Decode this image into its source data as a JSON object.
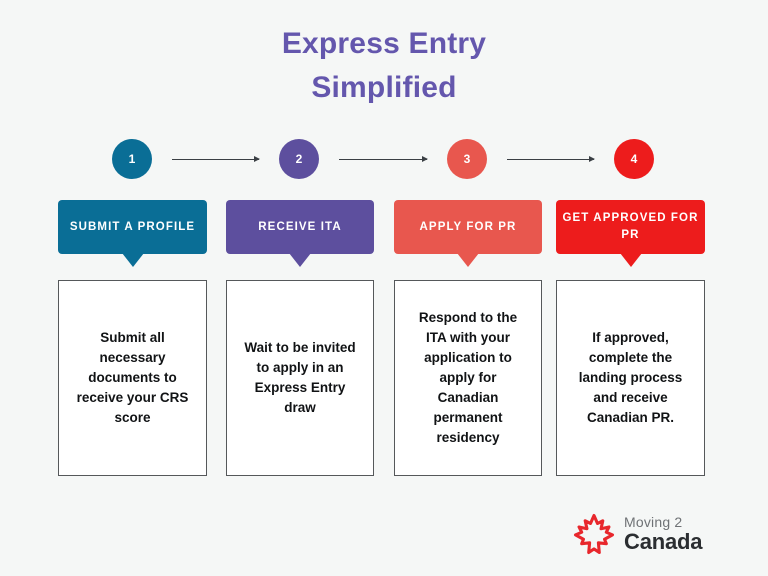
{
  "page": {
    "background_color": "#f5f7f6",
    "title_lines": [
      "Express Entry",
      "Simplified"
    ],
    "title_color": "#6457ad"
  },
  "steps": [
    {
      "number": "1",
      "circle_color": "#0a6e96",
      "banner_label": "SUBMIT A PROFILE",
      "banner_color": "#0a6e96",
      "card_text": "Submit all necessary documents to receive your CRS score"
    },
    {
      "number": "2",
      "circle_color": "#5d4f9e",
      "banner_label": "RECEIVE ITA",
      "banner_color": "#5d4f9e",
      "card_text": "Wait to be invited to apply in an Express Entry draw"
    },
    {
      "number": "3",
      "circle_color": "#e8574e",
      "banner_label": "APPLY FOR PR",
      "banner_color": "#e8574e",
      "card_text": "Respond to the ITA with your application to apply for Canadian permanent residency"
    },
    {
      "number": "4",
      "circle_color": "#ed1c1c",
      "banner_label": "GET APPROVED FOR PR",
      "banner_color": "#ed1c1c",
      "card_text": "If approved, complete the landing process and receive Canadian PR."
    }
  ],
  "connectors": [
    {
      "name": "arrow-1-to-2"
    },
    {
      "name": "arrow-2-to-3"
    },
    {
      "name": "arrow-3-to-4"
    }
  ],
  "logo": {
    "icon": "maple-leaf-icon",
    "icon_color": "#e8272c",
    "top_text": "Moving 2",
    "bottom_text": "Canada",
    "top_color": "#6f7275",
    "bottom_color": "#2b2e31"
  }
}
